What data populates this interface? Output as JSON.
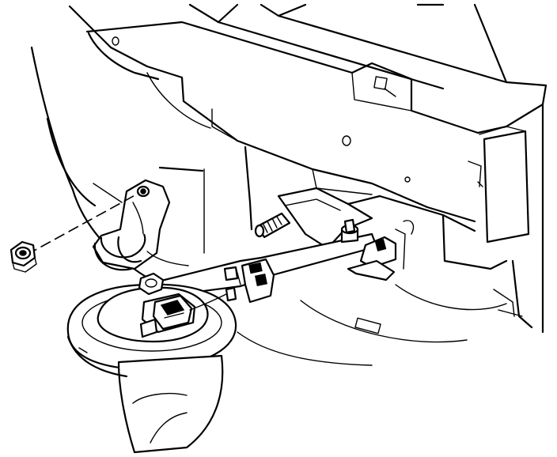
{
  "diagram": {
    "colors": {
      "line": "#000000",
      "background": "#ffffff"
    },
    "parts": [
      "horn",
      "horn-bracket",
      "mounting-nut",
      "mounting-stud",
      "electrical-connector",
      "frame-rail"
    ]
  }
}
